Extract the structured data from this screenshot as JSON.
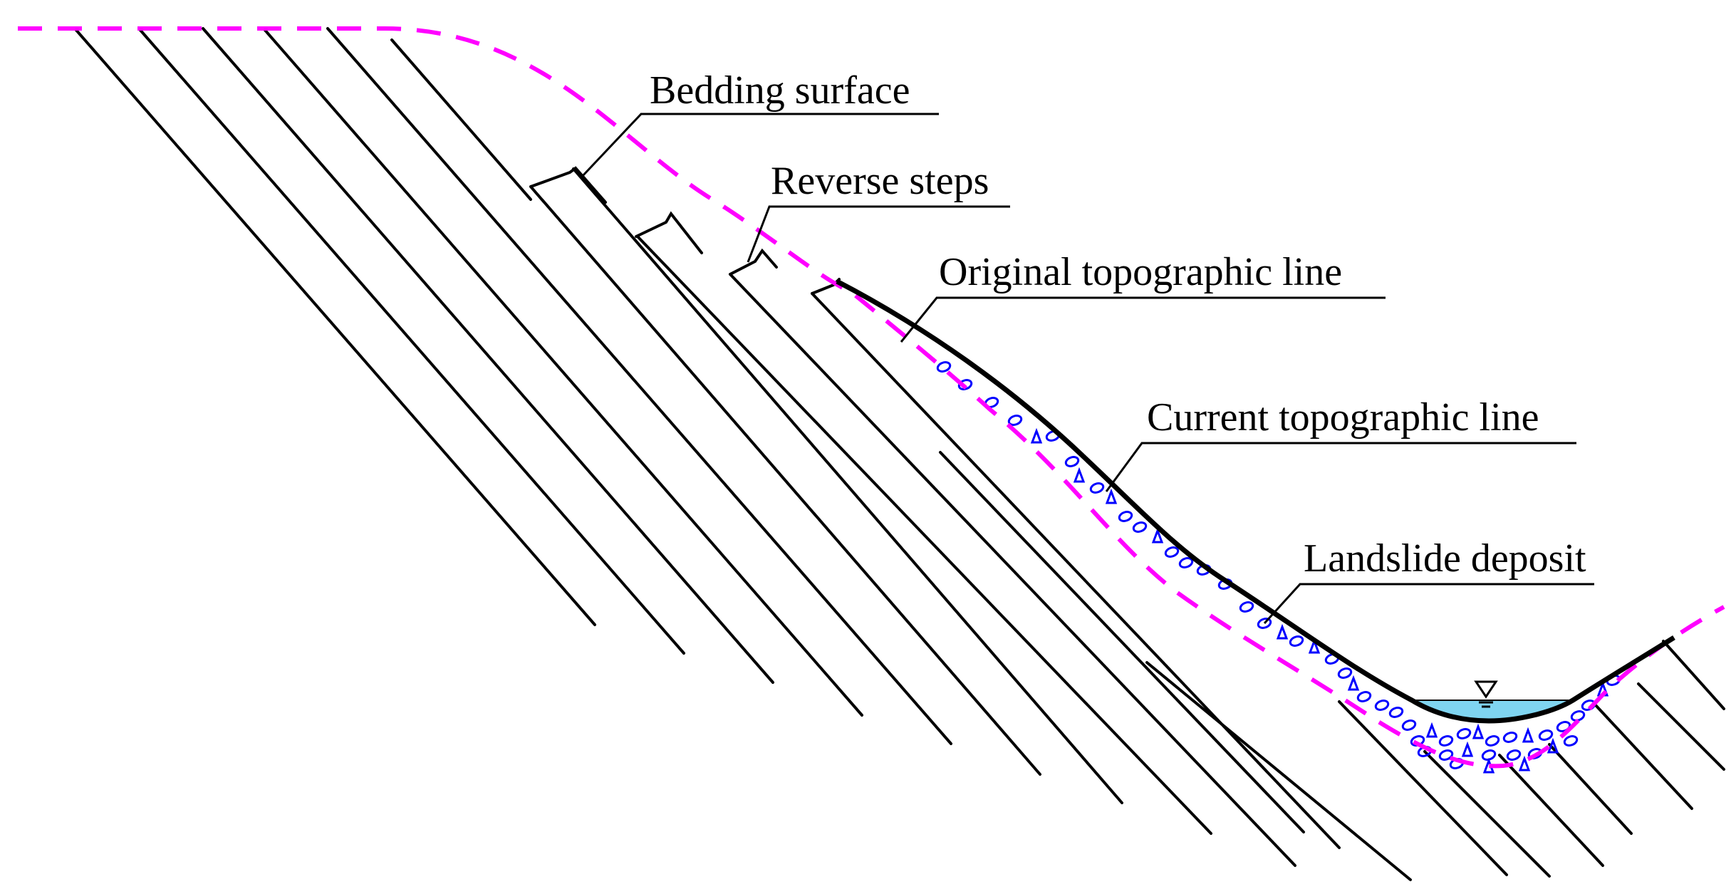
{
  "labels": {
    "bedding_surface": "Bedding surface",
    "reverse_steps": "Reverse steps",
    "original_topographic_line": "Original topographic line",
    "current_topographic_line": "Current topographic line",
    "landslide_deposit": "Landslide deposit"
  },
  "colors": {
    "original_topographic_line": "#ff00ff",
    "landslide_deposit_clasts": "#0000ff",
    "water": "#7fd4f0",
    "bedding_lines": "#000000"
  }
}
